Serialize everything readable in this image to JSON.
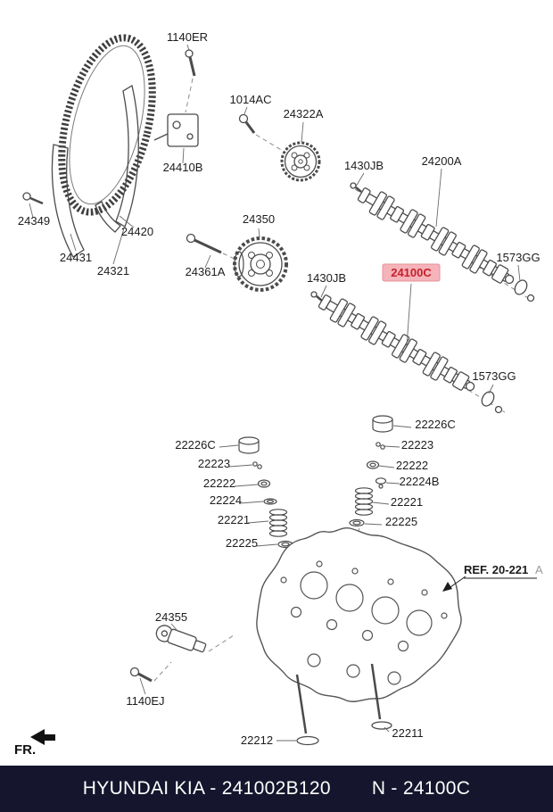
{
  "labels": {
    "p1140er": "1140ER",
    "p1014ac": "1014AC",
    "p24322a": "24322A",
    "p24410b": "24410B",
    "p1430jb": "1430JB",
    "p24200a": "24200A",
    "p24349": "24349",
    "p24420": "24420",
    "p24431": "24431",
    "p24321": "24321",
    "p24350": "24350",
    "p24361a": "24361A",
    "p24100c": "24100C",
    "p1573gg": "1573GG",
    "p22226c": "22226C",
    "p22223": "22223",
    "p22222": "22222",
    "p22224b": "22224B",
    "p22224": "22224",
    "p22221": "22221",
    "p22225": "22225",
    "p24355": "24355",
    "p1140ej": "1140EJ",
    "p22212": "22212",
    "p22211": "22211",
    "ref": "REF. 20-221",
    "ref_suffix": "A",
    "fr": "FR."
  },
  "highlight": {
    "part": "24100C",
    "bg_color": "#f5b3ba",
    "text_color": "#c4202a"
  },
  "footer": {
    "left": "HYUNDAI  KIA - 241002B120",
    "right": "N - 24100C"
  }
}
